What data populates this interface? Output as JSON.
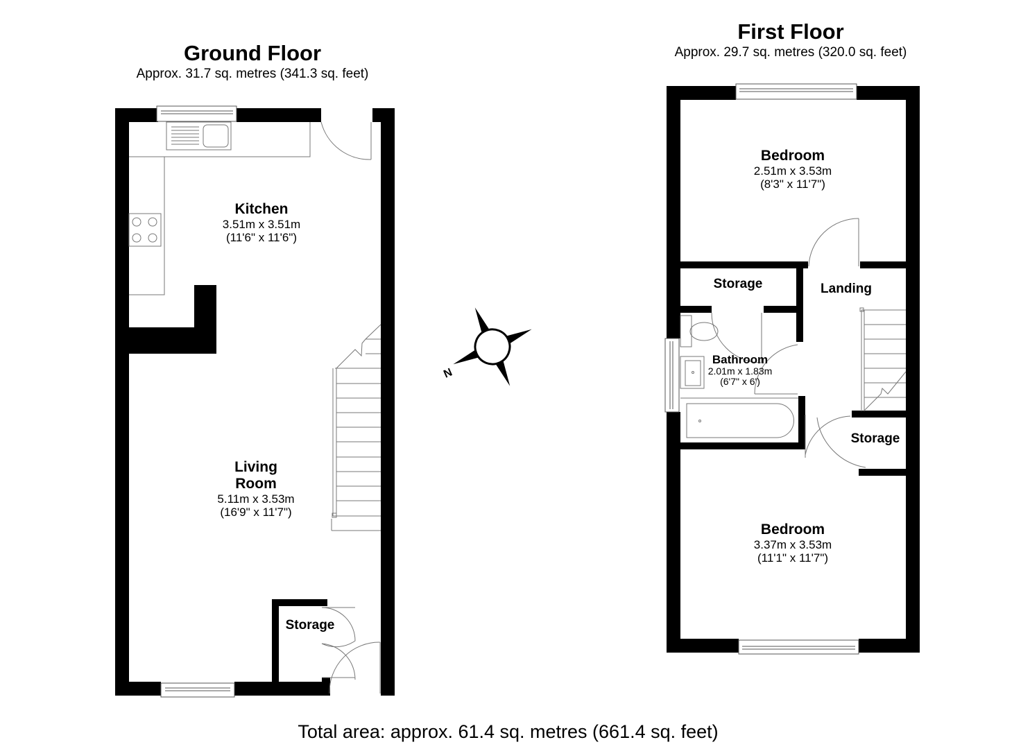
{
  "ground_floor": {
    "title": "Ground Floor",
    "area": "Approx. 31.7 sq. metres (341.3 sq. feet)",
    "rooms": [
      {
        "name": "Kitchen",
        "metric": "3.51m x 3.51m",
        "imperial": "(11'6\" x 11'6\")"
      },
      {
        "name": "Living",
        "name_line2": "Room",
        "metric": "5.11m x 3.53m",
        "imperial": "(16'9\" x 11'7\")"
      },
      {
        "name": "Storage"
      }
    ]
  },
  "first_floor": {
    "title": "First Floor",
    "area": "Approx. 29.7 sq. metres (320.0 sq. feet)",
    "rooms": [
      {
        "name": "Bedroom",
        "metric": "2.51m x 3.53m",
        "imperial": "(8'3\" x 11'7\")"
      },
      {
        "name": "Storage"
      },
      {
        "name": "Landing"
      },
      {
        "name": "Bathroom",
        "metric": "2.01m x 1.83m",
        "imperial": "(6'7\" x 6')"
      },
      {
        "name": "Storage"
      },
      {
        "name": "Bedroom",
        "metric": "3.37m x 3.53m",
        "imperial": "(11'1\" x 11'7\")"
      }
    ]
  },
  "compass": {
    "label": "N",
    "icon": "compass-rose-icon"
  },
  "total_area": "Total area: approx. 61.4 sq. metres (661.4 sq. feet)",
  "colors": {
    "wall": "#000000",
    "background": "#ffffff",
    "fixture_line": "#6e6e6e"
  }
}
